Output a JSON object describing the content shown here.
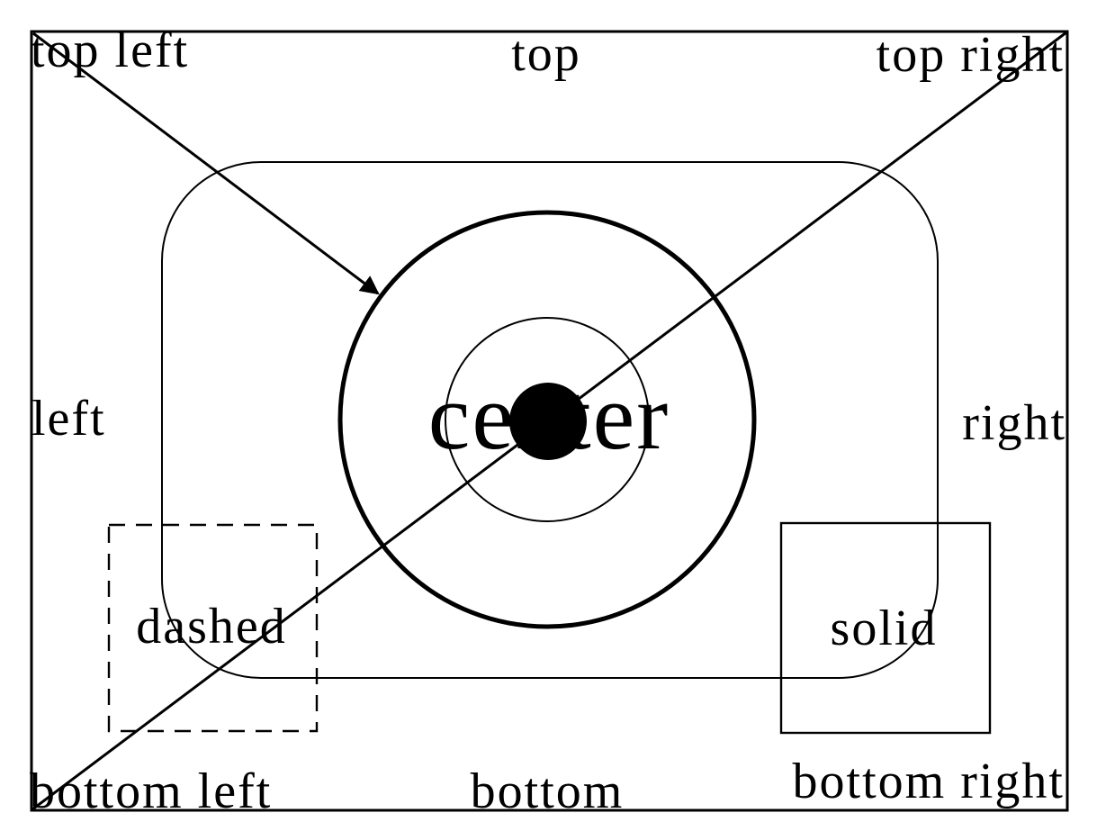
{
  "figure": {
    "background_color": "#ffffff",
    "line_color": "#000000",
    "labels": {
      "top_left": "top left",
      "top": "top",
      "top_right": "top right",
      "left": "left",
      "right": "right",
      "center": "center",
      "dashed": "dashed",
      "solid": "solid",
      "bottom_left": "bottom left",
      "bottom": "bottom",
      "bottom_right": "bottom right"
    }
  }
}
